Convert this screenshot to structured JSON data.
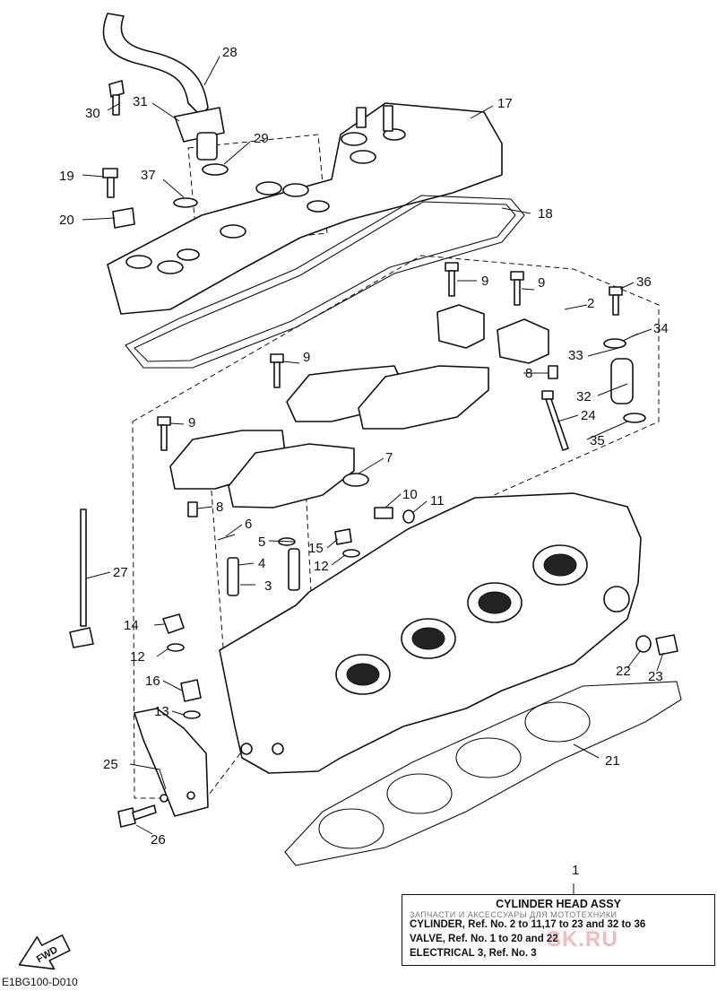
{
  "callouts": [
    "1",
    "2",
    "3",
    "4",
    "5",
    "6",
    "7",
    "8",
    "8",
    "9",
    "9",
    "9",
    "9",
    "10",
    "11",
    "12",
    "12",
    "13",
    "14",
    "15",
    "16",
    "17",
    "18",
    "19",
    "20",
    "21",
    "22",
    "23",
    "24",
    "25",
    "26",
    "27",
    "28",
    "29",
    "30",
    "31",
    "32",
    "33",
    "34",
    "35",
    "36",
    "37"
  ],
  "legend": {
    "title": "CYLINDER HEAD ASSY",
    "subtitle": "ЗАПЧАСТИ И АКСЕССУАРЫ ДЛЯ МОТОТЕХНИКИ",
    "lines": [
      "CYLINDER,  Ref. No. 2 to 11,17 to 23 and 32 to 36",
      "VALVE,  Ref. No. 1 to 20 and 22",
      "ELECTRICAL 3,  Ref. No. 3"
    ]
  },
  "watermark": "SK.RU",
  "fwd_label": "FWD",
  "ref_code": "E1BG100-D010"
}
